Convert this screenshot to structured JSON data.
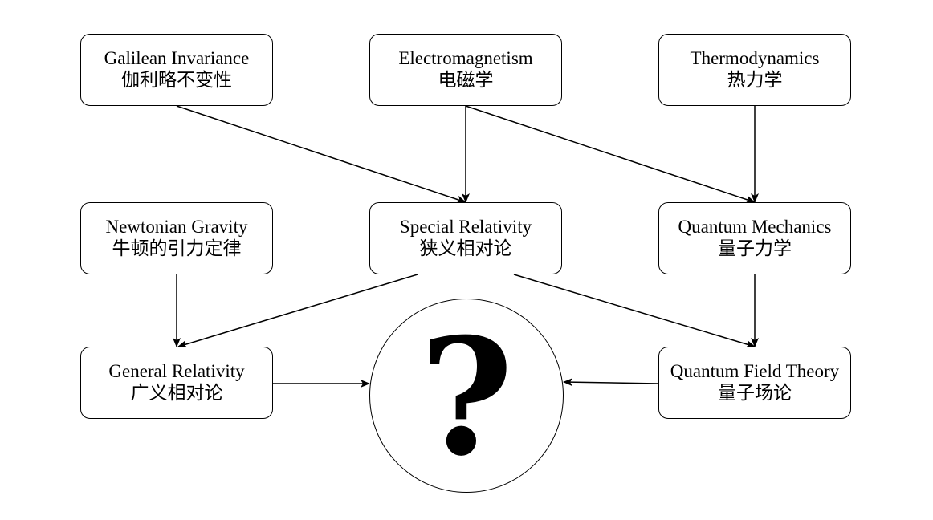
{
  "nodes": {
    "galilean": {
      "en": "Galilean Invariance",
      "zh": "伽利略不变性"
    },
    "em": {
      "en": "Electromagnetism",
      "zh": "电磁学"
    },
    "thermo": {
      "en": "Thermodynamics",
      "zh": "热力学"
    },
    "newton": {
      "en": "Newtonian Gravity",
      "zh": "牛顿的引力定律"
    },
    "sr": {
      "en": "Special Relativity",
      "zh": "狭义相对论"
    },
    "qm": {
      "en": "Quantum Mechanics",
      "zh": "量子力学"
    },
    "gr": {
      "en": "General Relativity",
      "zh": "广义相对论"
    },
    "qft": {
      "en": "Quantum Field Theory",
      "zh": "量子场论"
    },
    "unknown": {
      "symbol": "?"
    }
  },
  "edges": [
    {
      "from": "galilean",
      "to": "sr"
    },
    {
      "from": "em",
      "to": "sr"
    },
    {
      "from": "em",
      "to": "qm"
    },
    {
      "from": "thermo",
      "to": "qm"
    },
    {
      "from": "newton",
      "to": "gr"
    },
    {
      "from": "sr",
      "to": "gr"
    },
    {
      "from": "sr",
      "to": "qft"
    },
    {
      "from": "qm",
      "to": "qft"
    },
    {
      "from": "gr",
      "to": "unknown"
    },
    {
      "from": "qft",
      "to": "unknown"
    }
  ]
}
